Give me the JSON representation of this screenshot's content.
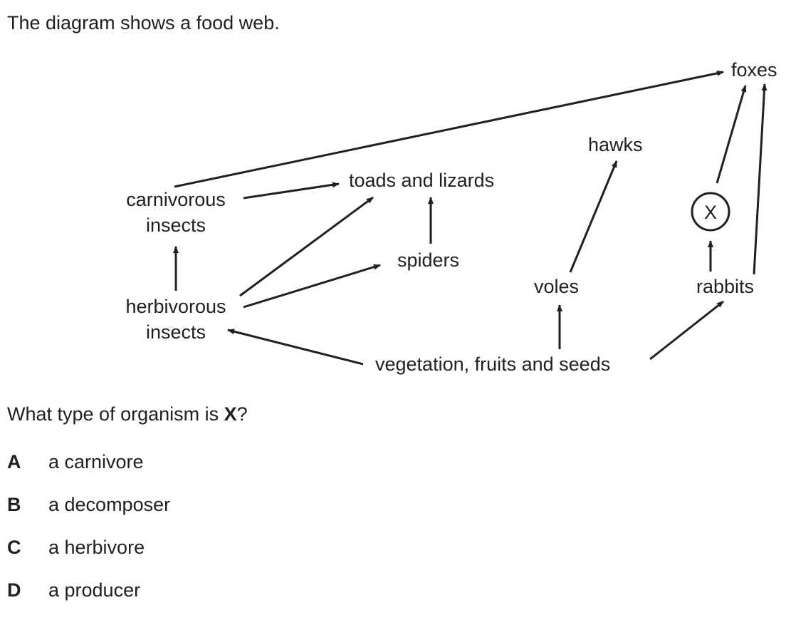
{
  "intro": "The diagram shows a food web.",
  "diagram": {
    "nodes": {
      "foxes": "foxes",
      "hawks": "hawks",
      "toads_lizards": "toads and lizards",
      "carnivorous_insects_1": "carnivorous",
      "carnivorous_insects_2": "insects",
      "x": "X",
      "spiders": "spiders",
      "voles": "voles",
      "rabbits": "rabbits",
      "herbivorous_insects_1": "herbivorous",
      "herbivorous_insects_2": "insects",
      "vegetation": "vegetation, fruits and seeds"
    }
  },
  "question": {
    "prefix": "What type of organism is ",
    "emphasis": "X",
    "suffix": "?"
  },
  "options": [
    {
      "letter": "A",
      "text": "a carnivore"
    },
    {
      "letter": "B",
      "text": "a decomposer"
    },
    {
      "letter": "C",
      "text": "a herbivore"
    },
    {
      "letter": "D",
      "text": "a producer"
    }
  ]
}
